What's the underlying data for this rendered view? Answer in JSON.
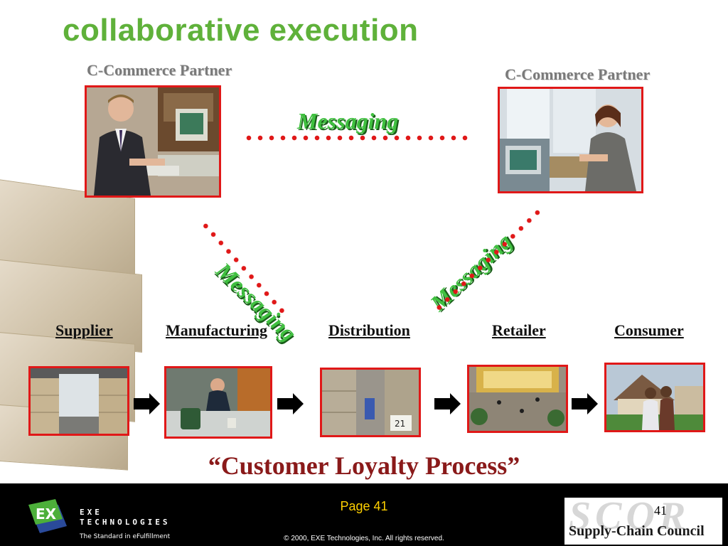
{
  "slide": {
    "title": "collaborative execution",
    "partner_left": "C-Commerce Partner",
    "partner_right": "C-Commerce Partner",
    "messaging_top": "Messaging",
    "messaging_left": "Messaging",
    "messaging_right": "Messaging",
    "stages": [
      "Supplier",
      "Manufacturing",
      "Distribution",
      "Retailer",
      "Consumer"
    ],
    "loyalty": "“Customer Loyalty Process”"
  },
  "footer": {
    "page": "Page 41",
    "copyright": "© 2000, EXE Technologies, Inc. All rights reserved.",
    "exe_line1": "EXE",
    "exe_line2": "TECHNOLOGIES",
    "exe_tagline": "The Standard in eFulfillment",
    "scor_logo": "SCOR",
    "scor_number": "41",
    "scor_council": "Supply-Chain Council"
  },
  "colors": {
    "title": "#5fb13a",
    "messaging": "#40c040",
    "dots": "#e01818",
    "frame": "#e01818",
    "loyalty": "#8a1a1a",
    "page_number": "#ffd000"
  }
}
